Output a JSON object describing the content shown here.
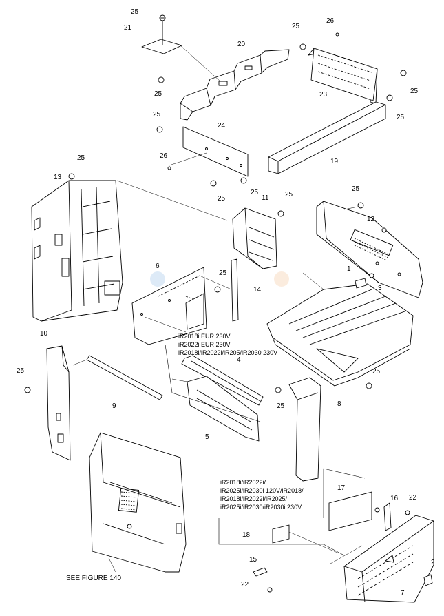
{
  "parts": {
    "p1": "1",
    "p2": "2",
    "p3": "3",
    "p4": "4",
    "p5": "5",
    "p6": "6",
    "p7": "7",
    "p8": "8",
    "p9": "9",
    "p10": "10",
    "p11": "11",
    "p12": "12",
    "p13": "13",
    "p14": "14",
    "p15": "15",
    "p16": "16",
    "p17": "17",
    "p18": "18",
    "p19": "19",
    "p20": "20",
    "p21": "21",
    "p22": "22",
    "p23": "23",
    "p24": "24",
    "p25": "25",
    "p26": "26"
  },
  "notes": {
    "models_upper": [
      "iR2018i EUR 230V",
      "iR2022i EUR 230V",
      "iR2018i/iR2022i/iR205/iR2030 230V"
    ],
    "models_lower": [
      "iR2018i/iR2022i/",
      "iR2025i/iR2030i 120V/iR2018/",
      "iR2018i/iR2022i/iR2025/",
      "iR2025i/iR2030/iR2030i 230V"
    ]
  },
  "reference": "SEE FIGURE 140",
  "watermark_colors": [
    "#9ec3e8",
    "#f3c9a0",
    "#e8b4c8"
  ]
}
